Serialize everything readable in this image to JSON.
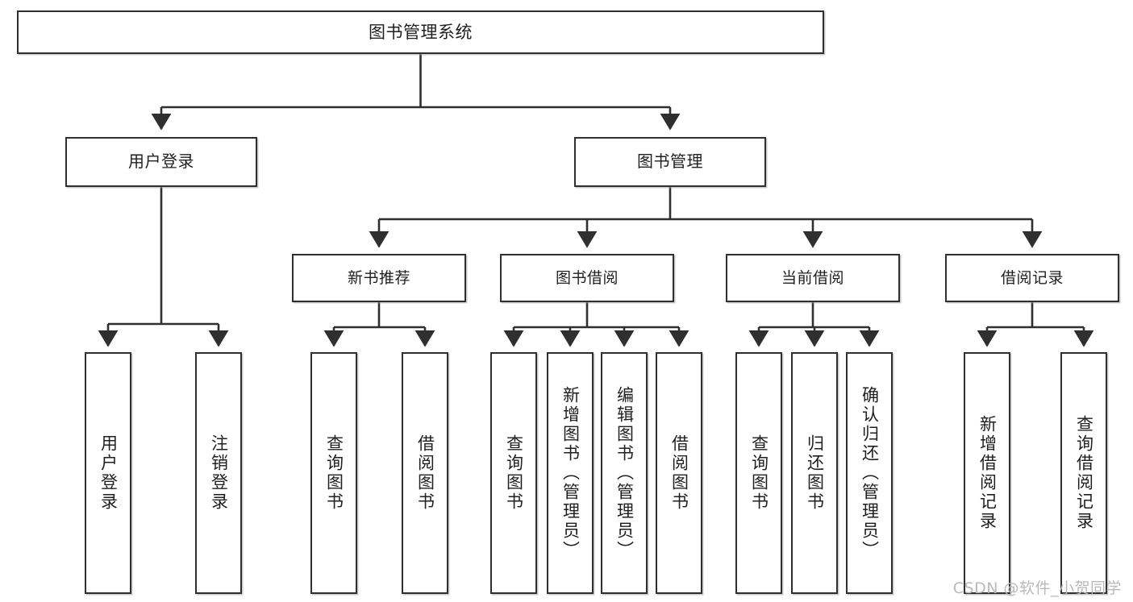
{
  "diagram": {
    "type": "tree-hierarchy",
    "title": "图书管理系统",
    "watermark": "CSDN @软件_小贺同学",
    "colors": {
      "box_border": "#2f2f2f",
      "box_fill": "#ffffff",
      "edge": "#2f2f2f",
      "text": "#1f1f1f",
      "watermark": "#b9b9b9",
      "background": "#ffffff"
    },
    "nodes": {
      "root": {
        "label": "图书管理系统"
      },
      "level2": [
        {
          "id": "user-login",
          "label": "用户登录"
        },
        {
          "id": "book-manage",
          "label": "图书管理"
        }
      ],
      "level3": [
        {
          "id": "new-book-recommend",
          "label": "新书推荐"
        },
        {
          "id": "book-borrow",
          "label": "图书借阅"
        },
        {
          "id": "current-borrow",
          "label": "当前借阅"
        },
        {
          "id": "borrow-record",
          "label": "借阅记录"
        }
      ],
      "leaves": {
        "user-login": [
          {
            "id": "leaf-user-login",
            "label": "用户登录"
          },
          {
            "id": "leaf-logout-login",
            "label": "注销登录"
          }
        ],
        "new-book-recommend": [
          {
            "id": "leaf-query-book-1",
            "label": "查询图书"
          },
          {
            "id": "leaf-borrow-book-1",
            "label": "借阅图书"
          }
        ],
        "book-borrow": [
          {
            "id": "leaf-query-book-2",
            "label": "查询图书"
          },
          {
            "id": "leaf-add-book",
            "label": "新增图书（管理员）"
          },
          {
            "id": "leaf-edit-book",
            "label": "编辑图书（管理员）"
          },
          {
            "id": "leaf-borrow-book-2",
            "label": "借阅图书"
          }
        ],
        "current-borrow": [
          {
            "id": "leaf-query-book-3",
            "label": "查询图书"
          },
          {
            "id": "leaf-return-book",
            "label": "归还图书"
          },
          {
            "id": "leaf-confirm-return",
            "label": "确认归还（管理员）"
          }
        ],
        "borrow-record": [
          {
            "id": "leaf-add-record",
            "label": "新增借阅记录"
          },
          {
            "id": "leaf-query-record",
            "label": "查询借阅记录"
          }
        ]
      }
    }
  }
}
